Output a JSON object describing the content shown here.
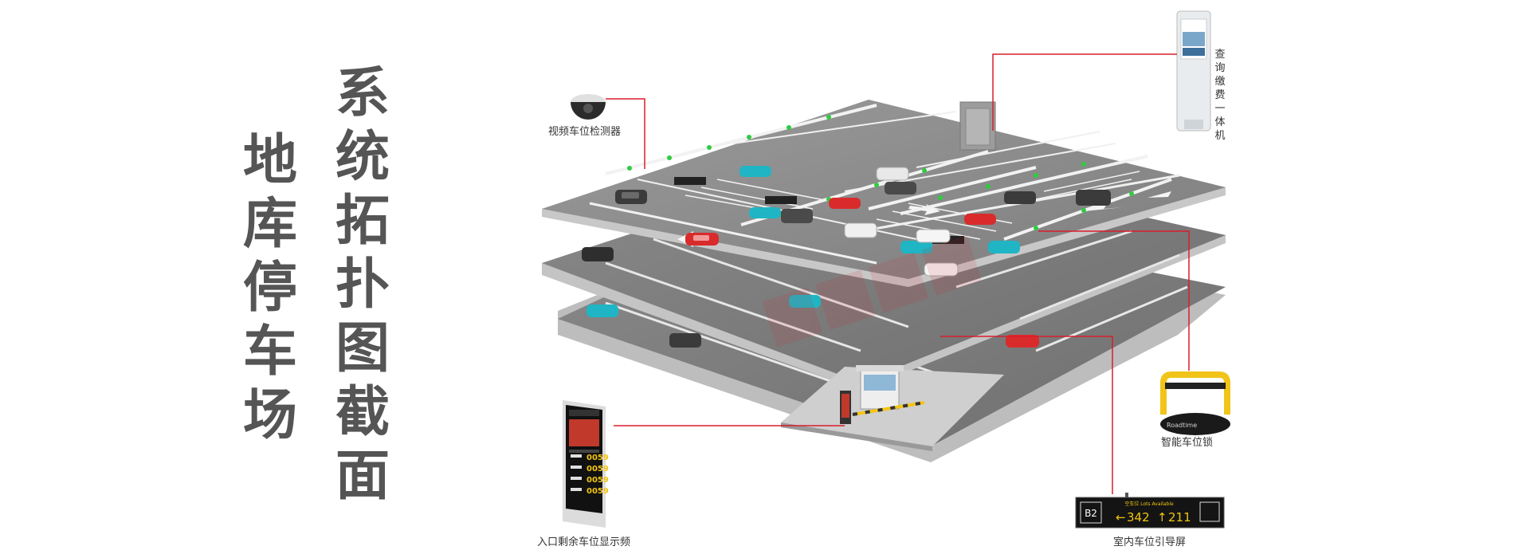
{
  "title_primary": "系统拓扑图截面",
  "title_secondary": "地库停车场",
  "labels": {
    "camera": "视频车位检测器",
    "kiosk": "查询缴费一体机",
    "lock": "智能车位锁",
    "indoor_screen": "室内车位引导屏",
    "entrance_screen": "入口剩余车位显示频"
  },
  "indoor_screen": {
    "level": "B2",
    "header": "空车位 Lots Available",
    "left_count": "342",
    "right_count": "211"
  },
  "entrance_screen": {
    "rows": [
      {
        "value": "0059"
      },
      {
        "value": "0059"
      },
      {
        "value": "0059"
      },
      {
        "value": "0059"
      }
    ]
  },
  "lock_brand": "Roadtime",
  "colors": {
    "title": "#555555",
    "connector": "#d81e2c",
    "floor": "#8c8c8c",
    "floor_dark": "#6e6e6e"
  }
}
